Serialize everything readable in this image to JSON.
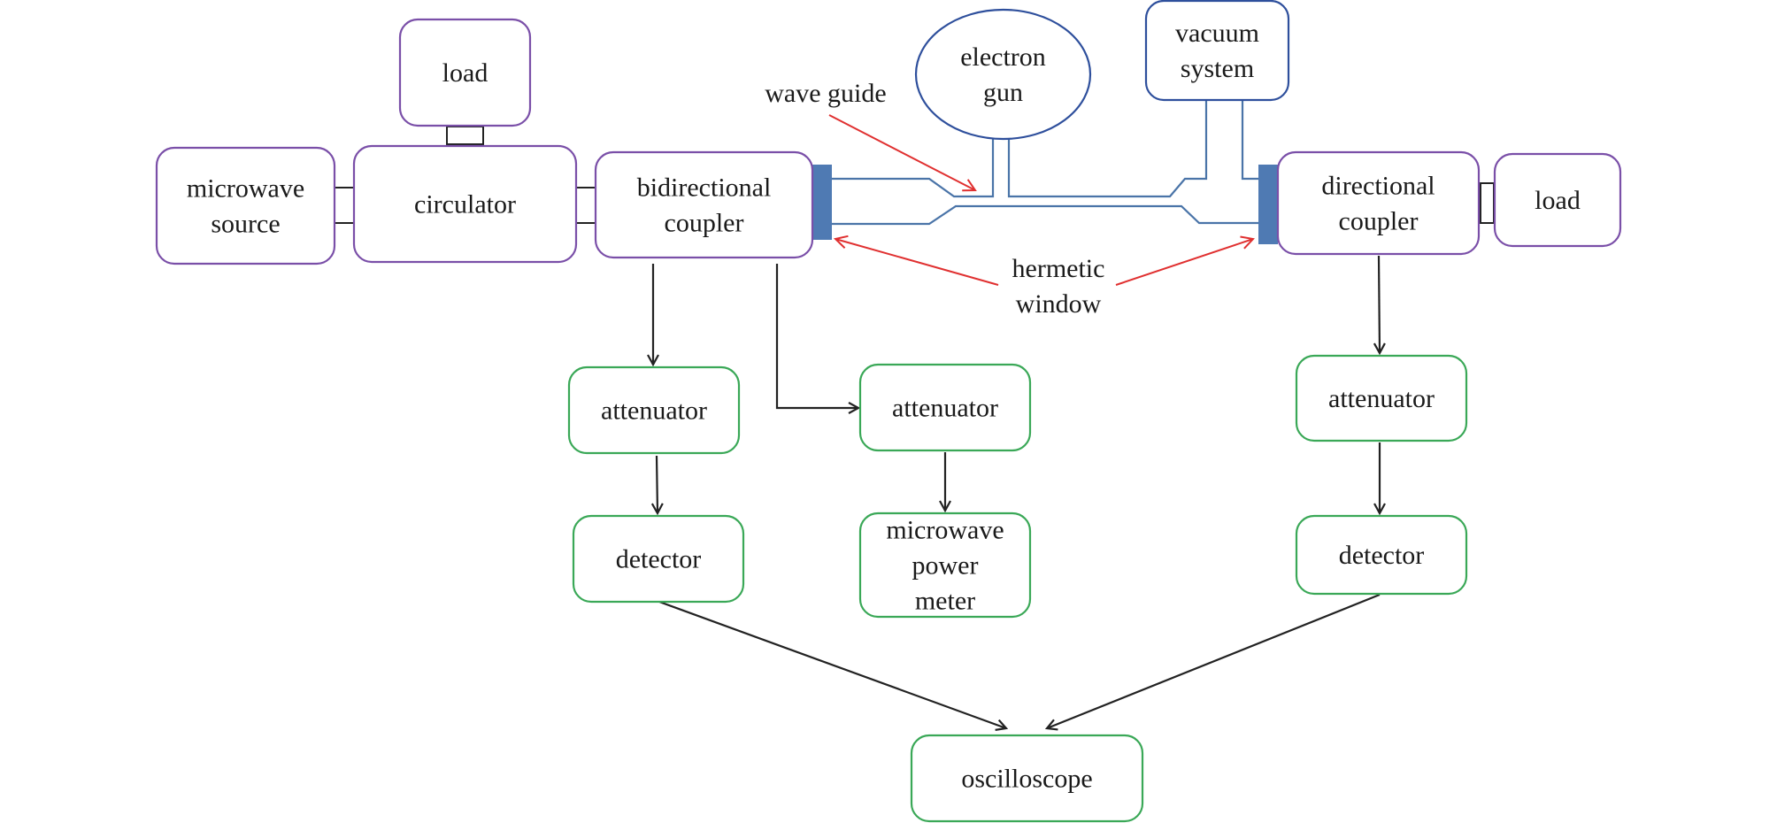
{
  "title": "Microwave test system block diagram",
  "colors": {
    "purple_border": "#7a4fa8",
    "green_border": "#3aa857",
    "blue_border": "#2e4f9c",
    "waveguide": "#4a74a8",
    "window_fill": "#4f7ab3",
    "arrow_black": "#222222",
    "annotation_red": "#e03030"
  },
  "nodes": {
    "microwave_source": {
      "lines": [
        "microwave",
        "source"
      ],
      "group": "purple"
    },
    "circulator": {
      "lines": [
        "circulator"
      ],
      "group": "purple"
    },
    "load_top": {
      "lines": [
        "load"
      ],
      "group": "purple"
    },
    "bidirectional_coupler": {
      "lines": [
        "bidirectional",
        "coupler"
      ],
      "group": "purple"
    },
    "electron_gun": {
      "lines": [
        "electron",
        "gun"
      ],
      "group": "blue",
      "shape": "ellipse"
    },
    "vacuum_system": {
      "lines": [
        "vacuum",
        "system"
      ],
      "group": "blue"
    },
    "directional_coupler": {
      "lines": [
        "directional",
        "coupler"
      ],
      "group": "purple"
    },
    "load_right": {
      "lines": [
        "load"
      ],
      "group": "purple"
    },
    "attenuator_1": {
      "lines": [
        "attenuator"
      ],
      "group": "green"
    },
    "attenuator_2": {
      "lines": [
        "attenuator"
      ],
      "group": "green"
    },
    "attenuator_3": {
      "lines": [
        "attenuator"
      ],
      "group": "green"
    },
    "detector_1": {
      "lines": [
        "detector"
      ],
      "group": "green"
    },
    "power_meter": {
      "lines": [
        "microwave",
        "power",
        "meter"
      ],
      "group": "green"
    },
    "detector_2": {
      "lines": [
        "detector"
      ],
      "group": "green"
    },
    "oscilloscope": {
      "lines": [
        "oscilloscope"
      ],
      "group": "green"
    }
  },
  "annotations": {
    "wave_guide": {
      "lines": [
        "wave guide"
      ]
    },
    "hermetic_window": {
      "lines": [
        "hermetic",
        "window"
      ]
    }
  },
  "edges": [
    {
      "from": "bidirectional_coupler",
      "to": "attenuator_1"
    },
    {
      "from": "bidirectional_coupler",
      "to": "attenuator_2"
    },
    {
      "from": "attenuator_1",
      "to": "detector_1"
    },
    {
      "from": "attenuator_2",
      "to": "power_meter"
    },
    {
      "from": "directional_coupler",
      "to": "attenuator_3"
    },
    {
      "from": "attenuator_3",
      "to": "detector_2"
    },
    {
      "from": "detector_1",
      "to": "oscilloscope"
    },
    {
      "from": "detector_2",
      "to": "oscilloscope"
    }
  ]
}
